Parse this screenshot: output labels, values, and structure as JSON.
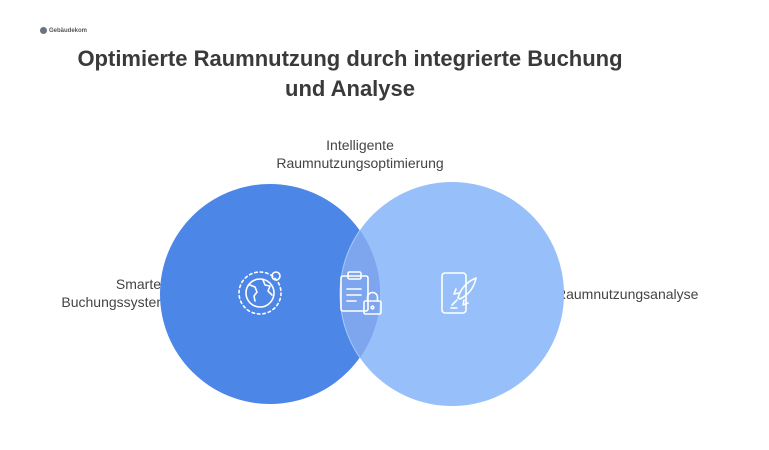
{
  "logo": {
    "text": "Gebäudekom"
  },
  "title": "Optimierte Raumnutzung durch integrierte Buchung und Analyse",
  "sets": {
    "left": {
      "label_line1": "Smartes",
      "label_line2": "Buchungssystem",
      "icon": "globe-icon",
      "color": "#4c86e6"
    },
    "right": {
      "label": "Raumnutzungsanalyse",
      "icon": "phone-rocket-icon",
      "color": "#97bff9"
    },
    "intersection": {
      "label_line1": "Intelligente",
      "label_line2": "Raumnutzungsoptimierung",
      "icon": "clipboard-lock-icon",
      "color": "#7ea6ee"
    }
  }
}
